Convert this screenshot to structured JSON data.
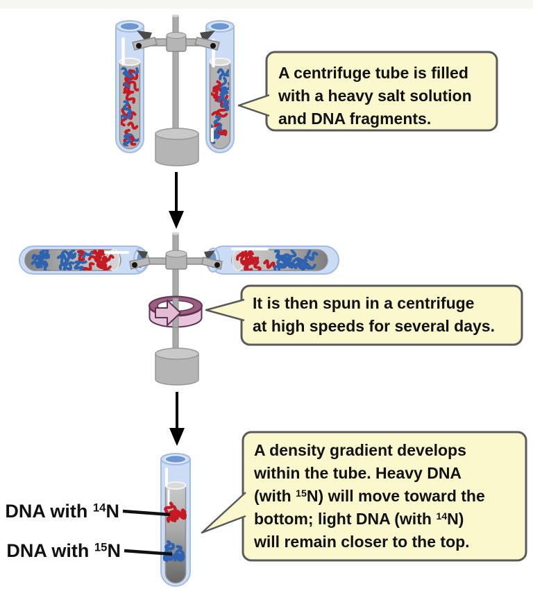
{
  "callouts": {
    "step1": {
      "lines": [
        [
          {
            "t": "A centrifuge tube is filled"
          }
        ],
        [
          {
            "t": "with a heavy salt solution"
          }
        ],
        [
          {
            "t": "and DNA fragments."
          }
        ]
      ]
    },
    "step2": {
      "lines": [
        [
          {
            "t": "It is then spun in a centrifuge"
          }
        ],
        [
          {
            "t": "at high speeds for several days."
          }
        ]
      ]
    },
    "step3": {
      "lines": [
        [
          {
            "t": "A density gradient develops"
          }
        ],
        [
          {
            "t": "within the tube. Heavy DNA"
          }
        ],
        [
          {
            "t": "(with "
          },
          {
            "t": "15",
            "sup": true
          },
          {
            "t": "N) will move toward the"
          }
        ],
        [
          {
            "t": "bottom; light DNA (with "
          },
          {
            "t": "14",
            "sup": true
          },
          {
            "t": "N)"
          }
        ],
        [
          {
            "t": "will remain closer to the top."
          }
        ]
      ]
    }
  },
  "labels": {
    "dna_14n": {
      "lines": [
        [
          {
            "t": "DNA with "
          },
          {
            "t": "14",
            "sup": true
          },
          {
            "t": "N"
          }
        ]
      ]
    },
    "dna_15n": {
      "lines": [
        [
          {
            "t": "DNA with "
          },
          {
            "t": "15",
            "sup": true
          },
          {
            "t": "N"
          }
        ]
      ]
    }
  },
  "colors": {
    "dna_light_red": "#c41a23",
    "dna_heavy_blue": "#2f63b0",
    "callout_bg": "#fbf8cd",
    "callout_border": "#58595b",
    "tube_blue": "#cbdcf4",
    "tube_blue_edge": "#a3bce2",
    "tube_opening_blue": "#6d97d3",
    "inner_tube_gray": "#b3b3b3",
    "rotor_gray": "#b5b5b5",
    "spin_arrow_dark": "#9c5e7f",
    "spin_arrow_light": "#e8c5da",
    "spin_arrow_outline": "#5c3252"
  }
}
